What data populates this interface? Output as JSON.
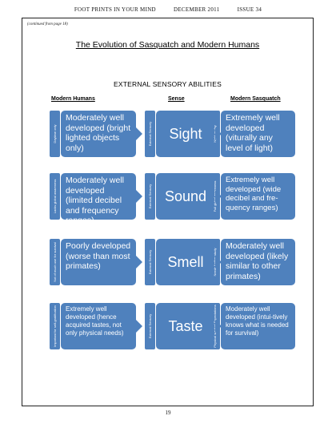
{
  "header": {
    "publication": "FOOT PRINTS IN YOUR MIND",
    "date": "DECEMBER 2011",
    "issue": "ISSUE 34"
  },
  "continued": "(continued from page 18)",
  "title": "The Evolution of Sasquatch and Modern Humans",
  "subtitle": "EXTERNAL SENSORY ABILITIES",
  "columns": {
    "left": "Modern Humans",
    "center": "Sense",
    "right": "Modern Sasquatch"
  },
  "rows": [
    {
      "sense": "Sight",
      "left_tab": "Daytime only",
      "left_text": "Moderately well developed (bright lighted objects only)",
      "center_tab": "External Sensory",
      "right_tab": "Night or day",
      "right_text": "Extremely well developed (viturally any level of light)"
    },
    {
      "sense": "Sound",
      "left_tab": "Lacks global awareness",
      "left_text": "Moderately well developed (limited decibel and frequency ranges)",
      "center_tab": "External Sensory",
      "right_tab": "Full global awareness",
      "right_text": "Extremely well developed (wide decibel and fre-quency ranges)"
    },
    {
      "sense": "Smell",
      "left_tab": "Not of much use for survival",
      "left_text": "Poorly developed (worse than most primates)",
      "center_tab": "External Sensory",
      "right_tab": "Needs further study",
      "right_text": "Moderately well developed (likely similar to other primates)"
    },
    {
      "sense": "Taste",
      "left_tab": "Important for self-gratification",
      "left_text": "Extremely well developed (hence acquired tastes, not only physical needs)",
      "center_tab": "External Sensory",
      "right_tab": "Physical survival Expectations",
      "right_text": "Moderately well developed (intui-tively knows what is needed for survival)"
    }
  ],
  "page_number": "19",
  "colors": {
    "box": "#4f81bd"
  }
}
